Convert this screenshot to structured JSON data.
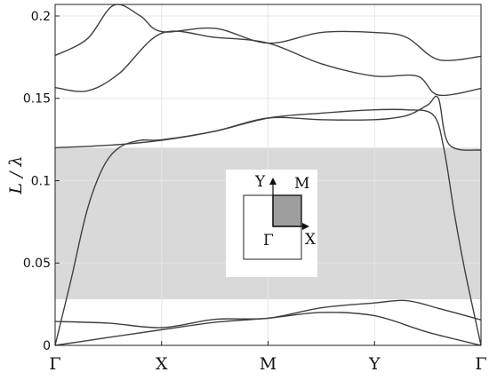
{
  "chart_data": {
    "type": "line",
    "title": "",
    "xlabel": "",
    "ylabel": "L / λ",
    "ylim": [
      0,
      0.207
    ],
    "yticks": [
      "0",
      "0.05",
      "0.1",
      "0.15",
      "0.2"
    ],
    "xticks": [
      "Γ",
      "X",
      "M",
      "Y",
      "Γ"
    ],
    "grid": true,
    "band_gap": {
      "from": 0.028,
      "to": 0.12,
      "color": "#d9d9d9"
    },
    "line_color": "#404040",
    "x_domain": [
      0,
      4
    ],
    "series": [
      {
        "values": [
          [
            0,
            0
          ],
          [
            0.5,
            0.0048
          ],
          [
            1,
            0.0095
          ],
          [
            1.5,
            0.014
          ],
          [
            2,
            0.0165
          ],
          [
            2.5,
            0.02
          ],
          [
            3,
            0.018
          ],
          [
            3.5,
            0.008
          ],
          [
            4,
            0
          ]
        ]
      },
      {
        "values": [
          [
            0,
            0.0145
          ],
          [
            0.5,
            0.0135
          ],
          [
            1,
            0.0108
          ],
          [
            1.5,
            0.0158
          ],
          [
            2,
            0.0165
          ],
          [
            2.5,
            0.0228
          ],
          [
            3,
            0.0258
          ],
          [
            3.3,
            0.0272
          ],
          [
            3.6,
            0.0225
          ],
          [
            4,
            0.0155
          ]
        ]
      },
      {
        "values": [
          [
            0,
            0
          ],
          [
            0.15,
            0.04
          ],
          [
            0.3,
            0.082
          ],
          [
            0.45,
            0.108
          ],
          [
            0.6,
            0.12
          ],
          [
            0.8,
            0.1245
          ],
          [
            1,
            0.1248
          ],
          [
            1.5,
            0.13
          ],
          [
            2,
            0.138
          ],
          [
            2.5,
            0.141
          ],
          [
            3,
            0.143
          ],
          [
            3.3,
            0.143
          ],
          [
            3.55,
            0.14
          ],
          [
            3.65,
            0.12
          ],
          [
            3.75,
            0.08
          ],
          [
            3.85,
            0.045
          ],
          [
            4,
            0
          ]
        ]
      },
      {
        "values": [
          [
            0,
            0.12
          ],
          [
            0.5,
            0.1215
          ],
          [
            1,
            0.1245
          ],
          [
            1.5,
            0.13
          ],
          [
            2,
            0.138
          ],
          [
            2.5,
            0.137
          ],
          [
            3,
            0.137
          ],
          [
            3.3,
            0.1395
          ],
          [
            3.5,
            0.146
          ],
          [
            3.6,
            0.15
          ],
          [
            3.7,
            0.122
          ],
          [
            4,
            0.1185
          ]
        ]
      },
      {
        "values": [
          [
            0,
            0.1565
          ],
          [
            0.3,
            0.1545
          ],
          [
            0.6,
            0.165
          ],
          [
            1,
            0.1895
          ],
          [
            1.5,
            0.187
          ],
          [
            2,
            0.1835
          ],
          [
            2.5,
            0.171
          ],
          [
            3,
            0.1635
          ],
          [
            3.4,
            0.1635
          ],
          [
            3.6,
            0.152
          ],
          [
            4,
            0.156
          ]
        ]
      },
      {
        "values": [
          [
            0,
            0.176
          ],
          [
            0.3,
            0.186
          ],
          [
            0.55,
            0.2065
          ],
          [
            0.8,
            0.2
          ],
          [
            1,
            0.1905
          ],
          [
            1.5,
            0.1925
          ],
          [
            2,
            0.1835
          ],
          [
            2.5,
            0.19
          ],
          [
            3,
            0.19
          ],
          [
            3.3,
            0.187
          ],
          [
            3.6,
            0.1735
          ],
          [
            4,
            0.1755
          ]
        ]
      }
    ]
  },
  "inset": {
    "label_y": "Y",
    "label_m": "M",
    "label_x": "X",
    "label_gamma": "Γ",
    "shaded_color": "#9e9e9e"
  }
}
